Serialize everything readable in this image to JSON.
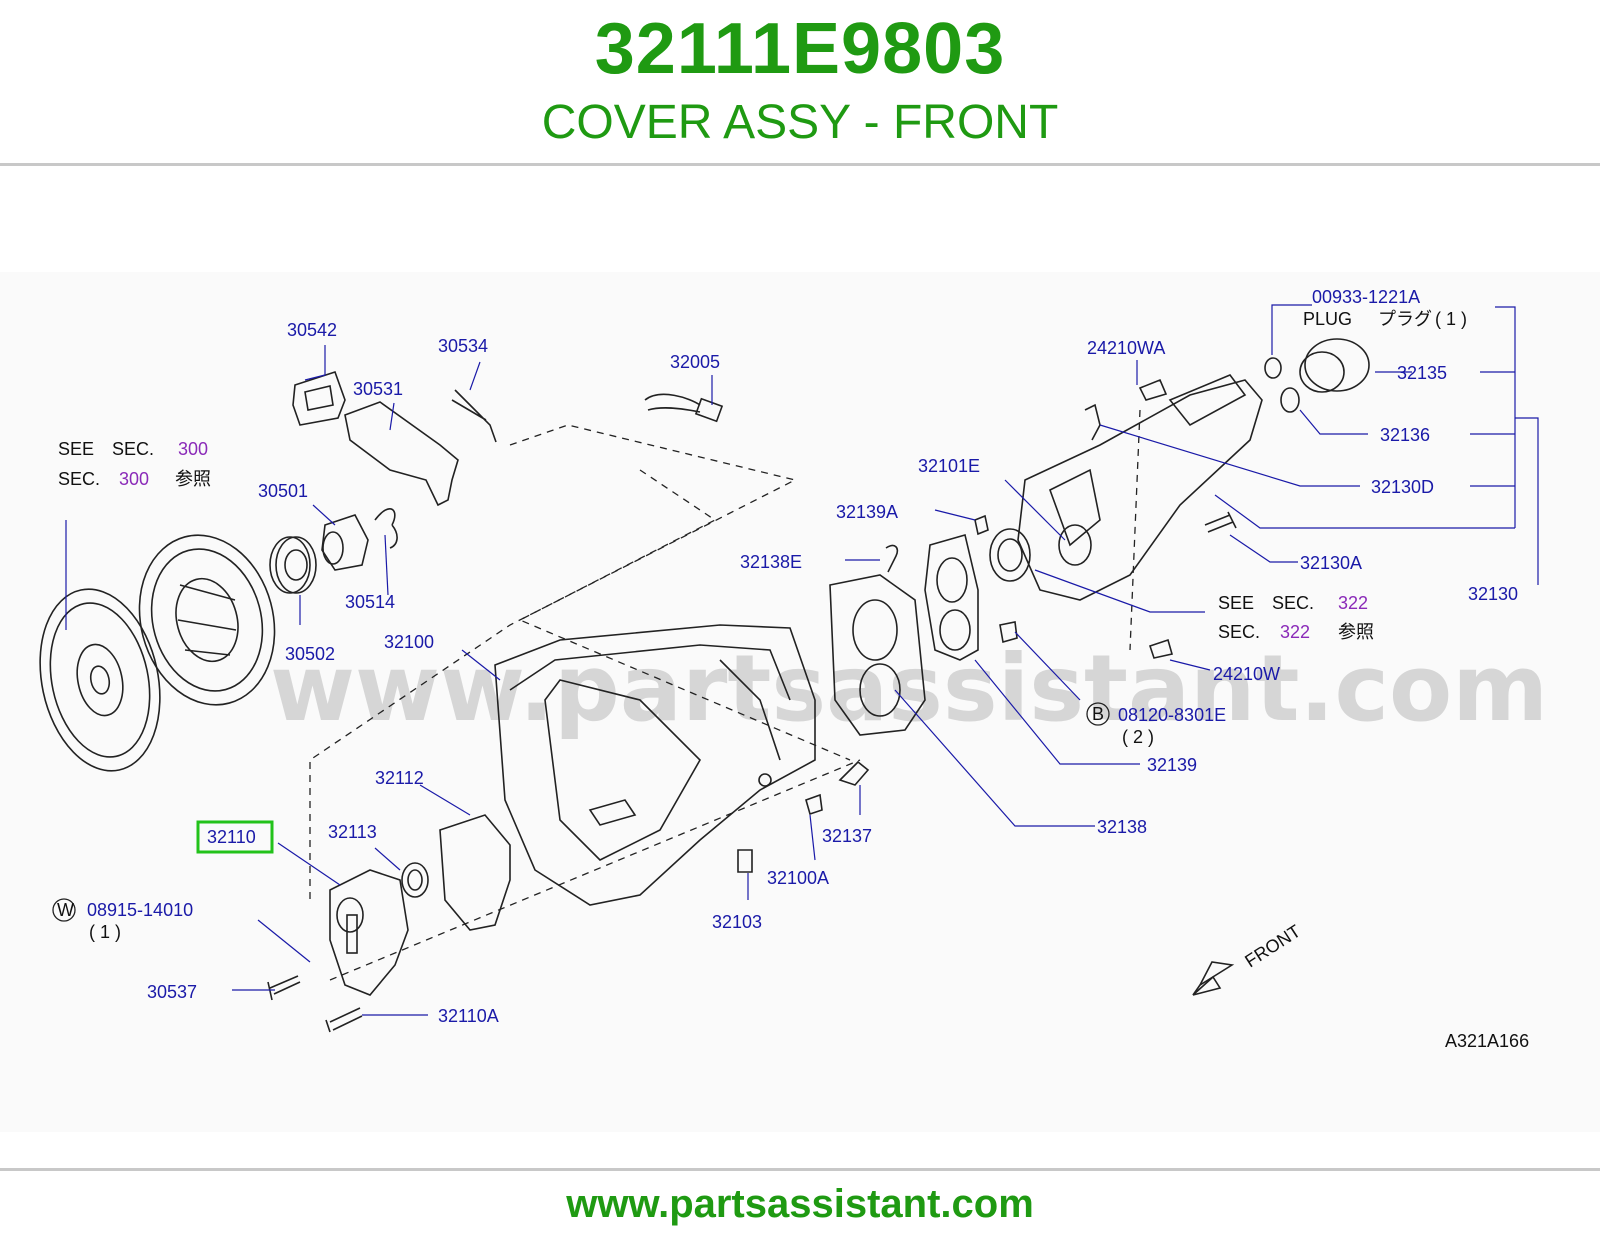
{
  "header": {
    "part_number": "32111E9803",
    "part_name": "COVER ASSY - FRONT"
  },
  "footer": {
    "website": "www.partsassistant.com"
  },
  "watermark": "www.partsassistant.com",
  "diagram_code": "A321A166",
  "front_label": "FRONT",
  "highlight": {
    "part": "32110",
    "color": "#22c21a"
  },
  "colors": {
    "title_green": "#1f9a12",
    "label_blue": "#1a1aa8",
    "section_purple": "#8a2ab8"
  },
  "callouts": {
    "p30542": "30542",
    "p30534": "30534",
    "p30531": "30531",
    "p32005": "32005",
    "p30501": "30501",
    "p30514": "30514",
    "p30502": "30502",
    "p32100": "32100",
    "p32112": "32112",
    "p32113": "32113",
    "p32110": "32110",
    "p30537": "30537",
    "p32110A": "32110A",
    "p32103": "32103",
    "p32100A": "32100A",
    "p32137": "32137",
    "p32138": "32138",
    "p32139": "32139",
    "p32138E": "32138E",
    "p32139A": "32139A",
    "p32101E": "32101E",
    "p24210WA": "24210WA",
    "p24210W": "24210W",
    "p00933": "00933-1221A",
    "p32135": "32135",
    "p32136": "32136",
    "p32130D": "32130D",
    "p32130A": "32130A",
    "p32130": "32130",
    "p08120": "08120-8301E",
    "p08915": "08915-14010"
  },
  "qty": {
    "q08120": "( 2 )",
    "q08915": "( 1 )"
  },
  "plug": {
    "name": "PLUG",
    "jp": "プラグ",
    "qty": "( 1 )"
  },
  "refs": {
    "clutch": {
      "see": "SEE",
      "sec": "SEC.",
      "number": "300",
      "jp": "参照"
    },
    "bearing": {
      "see": "SEE",
      "sec": "SEC.",
      "number": "322",
      "jp": "参照"
    }
  },
  "symbols": {
    "b": "B",
    "w": "W"
  }
}
